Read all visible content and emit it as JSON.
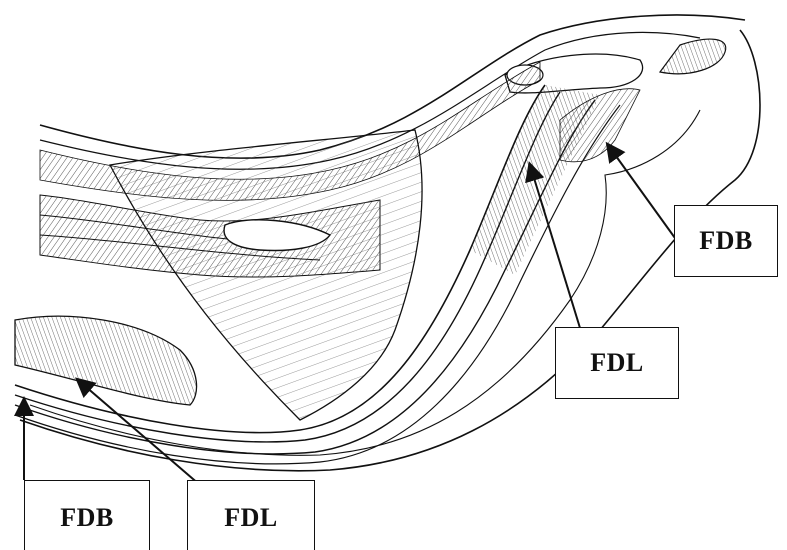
{
  "labels": {
    "fdb_right": "FDB",
    "fdl_right": "FDL",
    "fdb_left": "FDB",
    "fdl_left": "FDL"
  },
  "colors": {
    "ink": "#111111",
    "background": "#ffffff",
    "hatch": "#444444"
  }
}
